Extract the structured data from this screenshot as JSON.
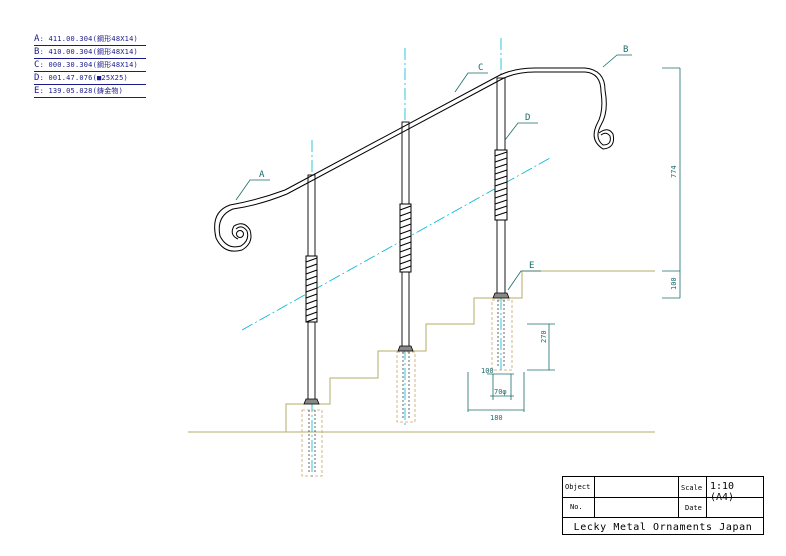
{
  "legend": [
    {
      "letter": "A",
      "text": ": 411.00.304(鋼形48X14)"
    },
    {
      "letter": "B",
      "text": ": 410.00.304(鋼形48X14)"
    },
    {
      "letter": "C",
      "text": ": 000.30.304(鋼形48X14)"
    },
    {
      "letter": "D",
      "text": ": 001.47.076(■25X25)"
    },
    {
      "letter": "E",
      "text": ": 139.05.028(鋳金物)"
    }
  ],
  "callouts": {
    "a": "A",
    "b": "B",
    "c": "C",
    "d": "D",
    "e": "E"
  },
  "dimensions": {
    "height_total": "774",
    "height_step": "100",
    "depth": "270",
    "width_100": "100",
    "width_70": "70φ",
    "width_180": "180"
  },
  "title_block": {
    "object_label": "Object",
    "object_value": "",
    "scale_label": "Scale",
    "scale_value": "1:10 (A4)",
    "no_label": "No.",
    "no_value": "",
    "date_label": "Date",
    "date_value": "",
    "company": "Lecky Metal Ornaments Japan"
  },
  "colors": {
    "line": "#000000",
    "centerline": "#00b7d8",
    "ground": "#b5ad6a",
    "dimension": "#1a6b6b",
    "footing": "#c9a36b",
    "legend_text": "#1a1a8c"
  }
}
